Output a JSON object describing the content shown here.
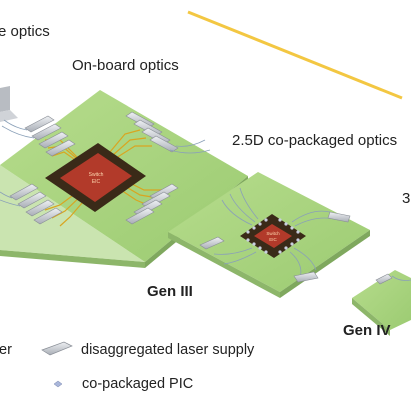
{
  "labels": {
    "prev_stage_partial": "e optics",
    "on_board": "On-board optics",
    "co_packaged_25d": "2.5D co-packaged optics",
    "next_stage_partial": "3",
    "gen3": "Gen III",
    "gen4": "Gen IV"
  },
  "chip_labels": {
    "gen3_line1": "Switch",
    "gen3_line2": "EIC",
    "gen4_line1": "Switch",
    "gen4_line2": "EIC"
  },
  "legend": {
    "partial_left": "er",
    "laser_supply": "disaggregated laser supply",
    "pic": "co-packaged PIC"
  },
  "colors": {
    "board_green": "#a9d47f",
    "board_edge": "#7fa85e",
    "chip_dark": "#3a2a18",
    "chip_red": "#b23a2a",
    "trace_gold": "#d9a520",
    "arrow_gold": "#f2c12e",
    "module_gray": "#c8ccd2",
    "fiber_blue": "#8aa0b8"
  }
}
